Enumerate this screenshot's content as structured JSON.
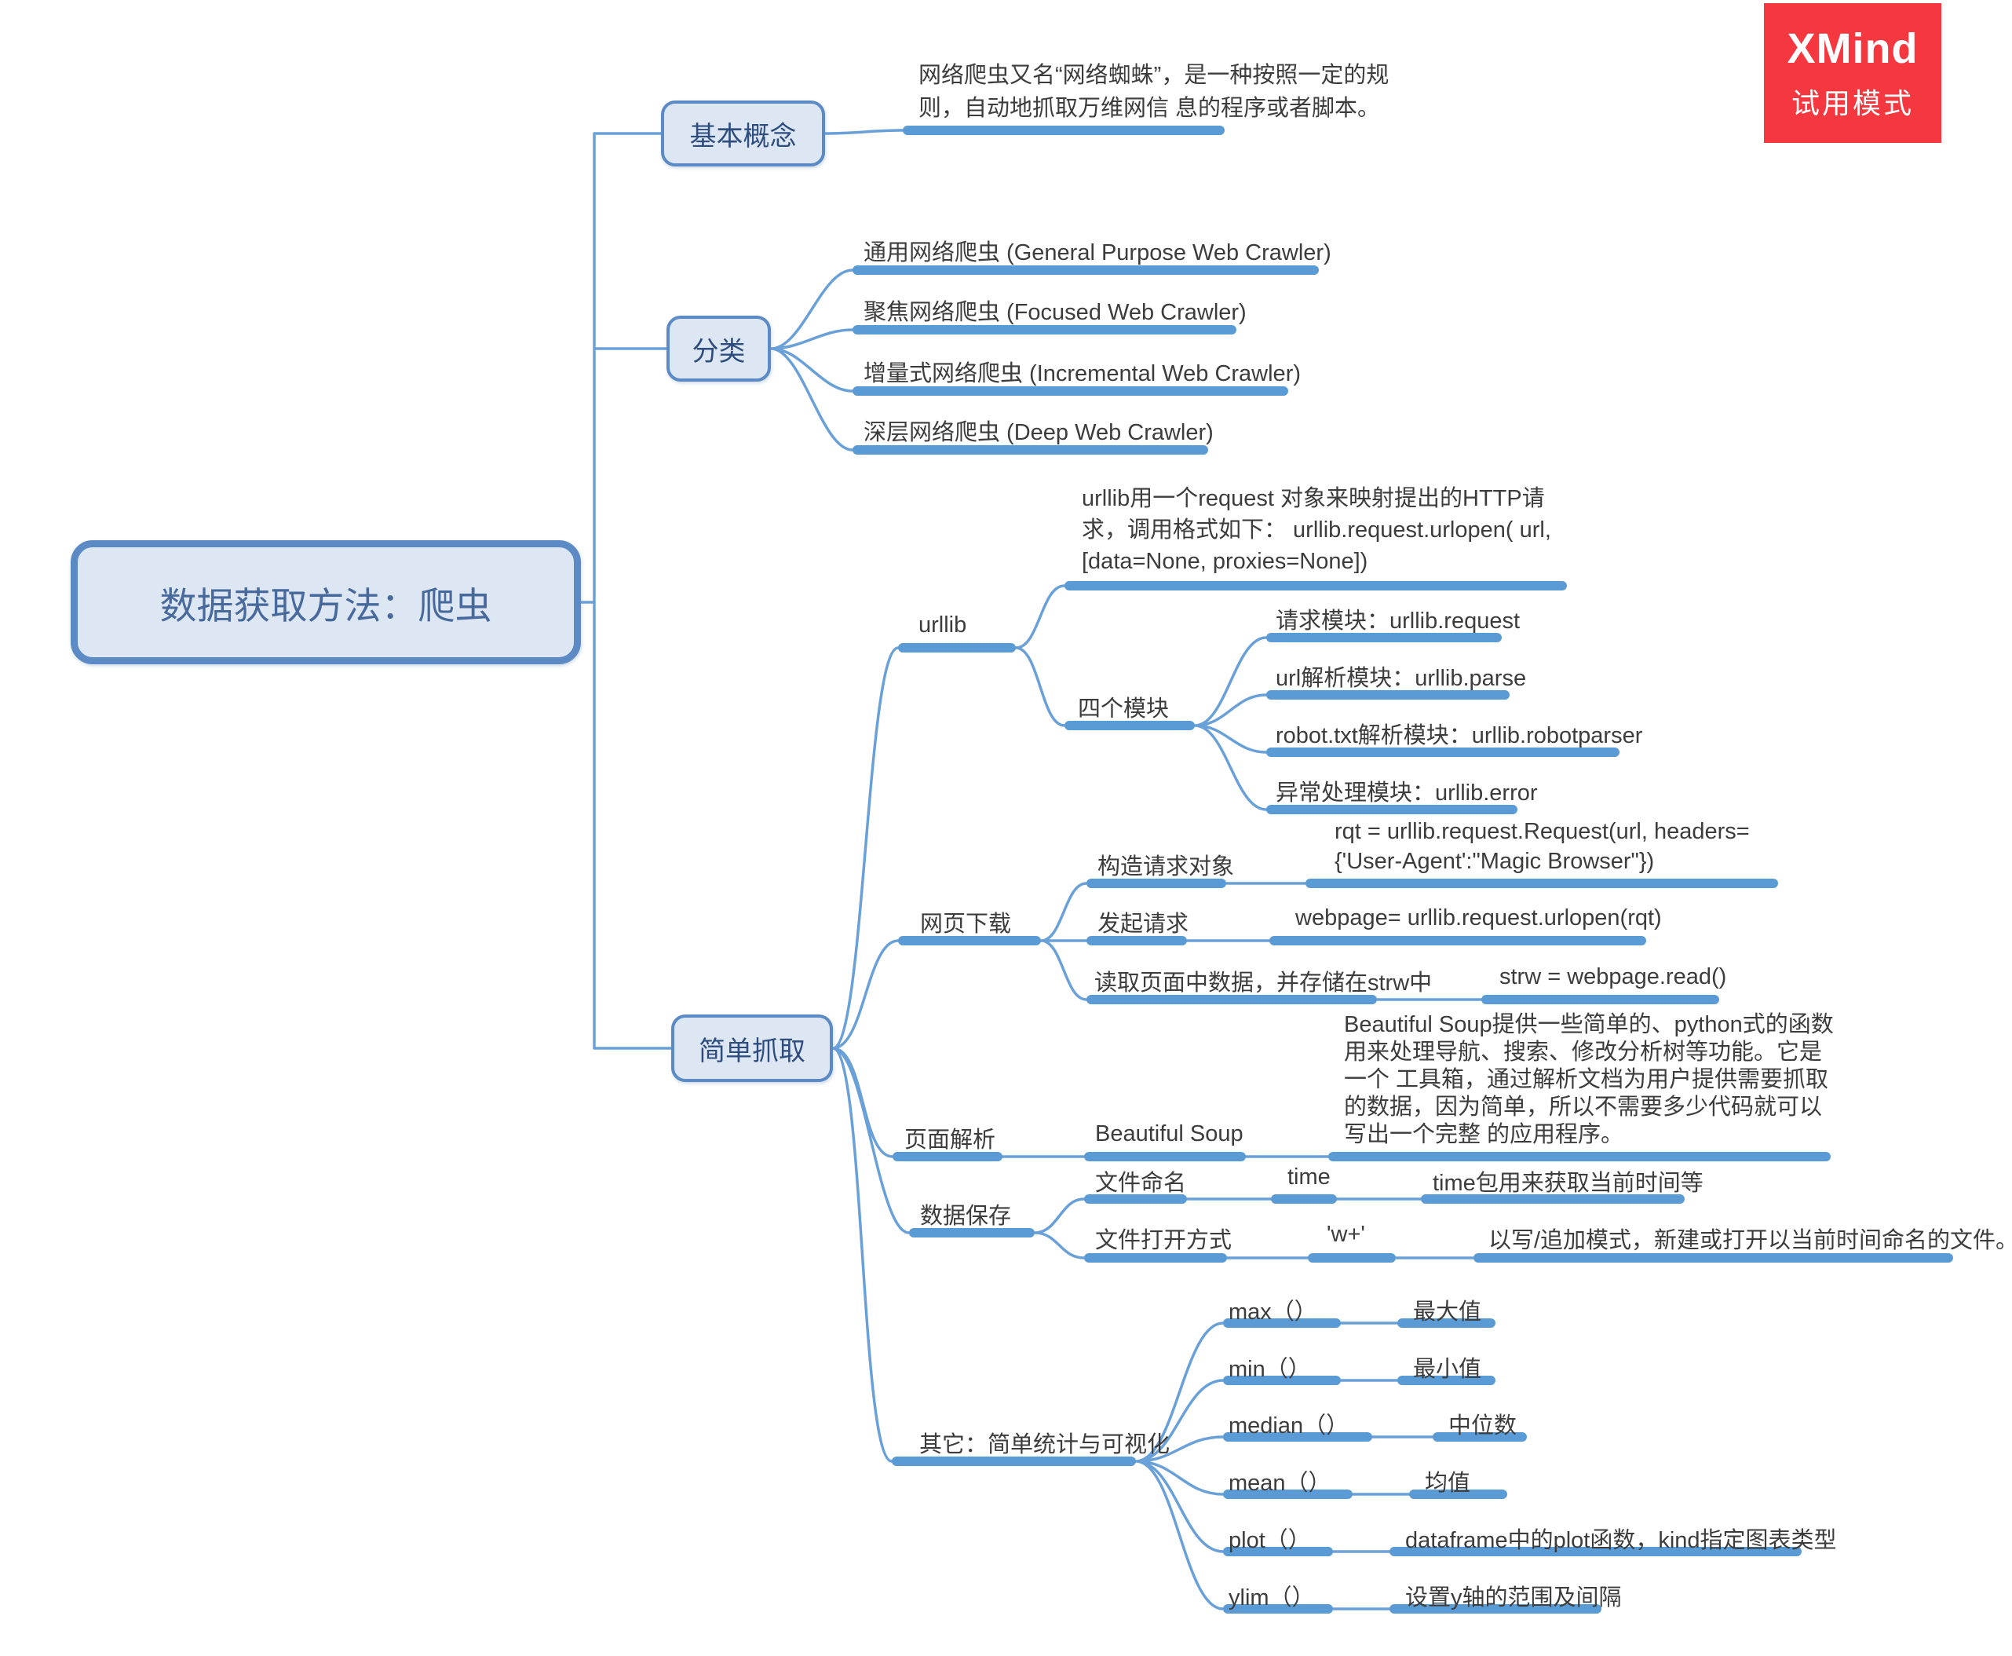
{
  "watermark": {
    "title": "XMind",
    "subtitle": "试用模式",
    "color": "#f5383f"
  },
  "colors": {
    "branch": "#5b9bd5",
    "wire": "#6aa0d8",
    "node_fill": "#dde7f3",
    "node_border": "#5b8ac5",
    "node_text": "#2e4d7e",
    "plain_text": "#3c3c3c"
  },
  "root": {
    "label": "数据获取方法：爬虫"
  },
  "basic": {
    "label": "基本概念",
    "note": "网络爬虫又名“网络蜘蛛”，是一种按照一定的规则，自动地抓取万维网信 息的程序或者脚本。"
  },
  "classification": {
    "label": "分类",
    "items": [
      {
        "label": "通用网络爬虫 (General Purpose Web Crawler)"
      },
      {
        "label": "聚焦网络爬虫 (Focused Web Crawler)"
      },
      {
        "label": "增量式网络爬虫 (Incremental Web Crawler)"
      },
      {
        "label": "深层网络爬虫 (Deep Web Crawler)"
      }
    ]
  },
  "simple": {
    "label": "简单抓取"
  },
  "urllib": {
    "label": "urllib",
    "note": "urllib用一个request 对象来映射提出的HTTP请求，调用格式如下： urllib.request.urlopen( url, [data=None, proxies=None])",
    "modules": {
      "label": "四个模块",
      "items": [
        {
          "label": "请求模块：urllib.request"
        },
        {
          "label": "url解析模块：urllib.parse"
        },
        {
          "label": "robot.txt解析模块：urllib.robotparser"
        },
        {
          "label": "异常处理模块：urllib.error"
        }
      ]
    }
  },
  "download": {
    "label": "网页下载",
    "rows": [
      {
        "label": "构造请求对象",
        "code": "rqt = urllib.request.Request(url, headers={'User-Agent':\"Magic Browser\"})"
      },
      {
        "label": "发起请求",
        "code": "webpage= urllib.request.urlopen(rqt)"
      },
      {
        "label": "读取页面中数据，并存储在strw中",
        "code": "strw = webpage.read()"
      }
    ]
  },
  "parse": {
    "label": "页面解析",
    "tool": "Beautiful Soup",
    "note": "Beautiful Soup提供一些简单的、python式的函数 用来处理导航、搜索、修改分析树等功能。它是一个 工具箱，通过解析文档为用户提供需要抓取的数据，因为简单，所以不需要多少代码就可以写出一个完整 的应用程序。"
  },
  "save": {
    "label": "数据保存",
    "rows": [
      {
        "label": "文件命名",
        "value": "time",
        "desc": "time包用来获取当前时间等"
      },
      {
        "label": "文件打开方式",
        "value": "'w+'",
        "desc": "以写/追加模式，新建或打开以当前时间命名的文件。"
      }
    ]
  },
  "stats": {
    "label": "其它：简单统计与可视化",
    "rows": [
      {
        "fn": "max（）",
        "desc": "最大值"
      },
      {
        "fn": "min（）",
        "desc": "最小值"
      },
      {
        "fn": "median（）",
        "desc": "中位数"
      },
      {
        "fn": "mean（）",
        "desc": "均值"
      },
      {
        "fn": "plot（）",
        "desc": "dataframe中的plot函数，kind指定图表类型"
      },
      {
        "fn": "ylim（）",
        "desc": "设置y轴的范围及间隔"
      }
    ]
  }
}
